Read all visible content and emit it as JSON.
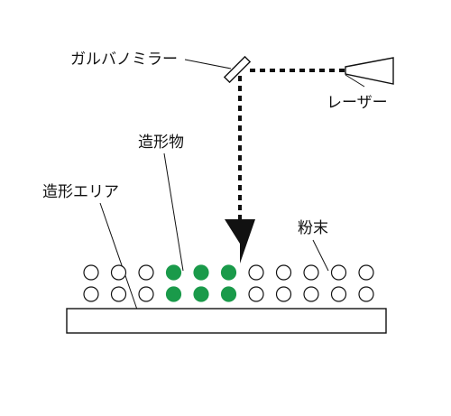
{
  "labels": {
    "galvano_mirror": "ガルバノミラー",
    "laser": "レーザー",
    "build_object": "造形物",
    "build_area": "造形エリア",
    "powder": "粉末"
  },
  "colors": {
    "ink": "#111111",
    "sintered_particle": "#1a9a4a",
    "background": "#ffffff"
  },
  "particles": {
    "rows": 2,
    "columns": 11,
    "sintered_columns": [
      3,
      4,
      5
    ]
  }
}
